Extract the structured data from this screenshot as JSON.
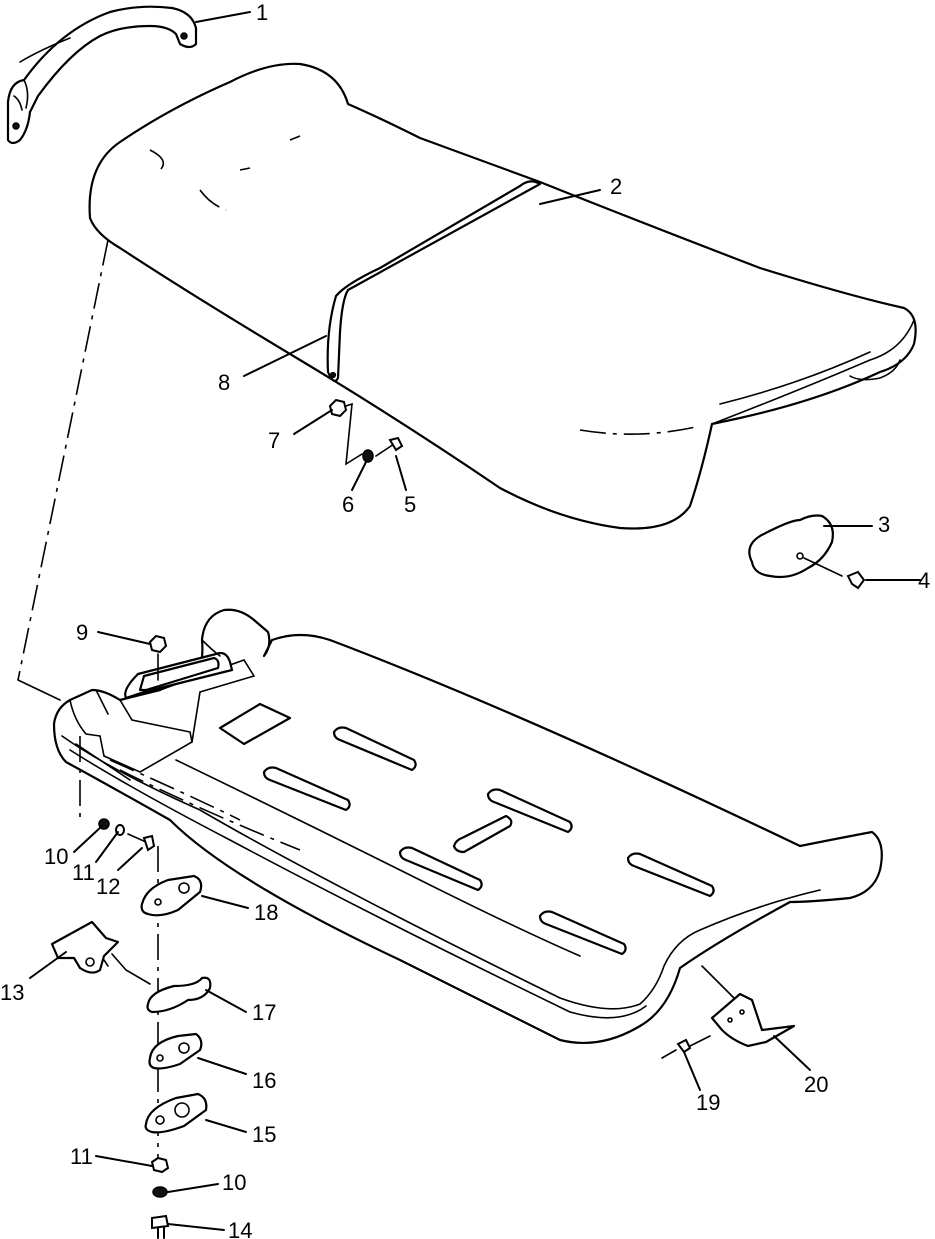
{
  "callouts": [
    {
      "id": "c1",
      "label": "1"
    },
    {
      "id": "c2",
      "label": "2"
    },
    {
      "id": "c3",
      "label": "3"
    },
    {
      "id": "c4",
      "label": "4"
    },
    {
      "id": "c5",
      "label": "5"
    },
    {
      "id": "c6",
      "label": "6"
    },
    {
      "id": "c7",
      "label": "7"
    },
    {
      "id": "c8",
      "label": "8"
    },
    {
      "id": "c9",
      "label": "9"
    },
    {
      "id": "c10a",
      "label": "10"
    },
    {
      "id": "c11a",
      "label": "11"
    },
    {
      "id": "c12",
      "label": "12"
    },
    {
      "id": "c13",
      "label": "13"
    },
    {
      "id": "c18",
      "label": "18"
    },
    {
      "id": "c17",
      "label": "17"
    },
    {
      "id": "c16",
      "label": "16"
    },
    {
      "id": "c15",
      "label": "15"
    },
    {
      "id": "c11b",
      "label": "11"
    },
    {
      "id": "c10b",
      "label": "10"
    },
    {
      "id": "c14",
      "label": "14"
    },
    {
      "id": "c19",
      "label": "19"
    },
    {
      "id": "c20",
      "label": "20"
    }
  ]
}
